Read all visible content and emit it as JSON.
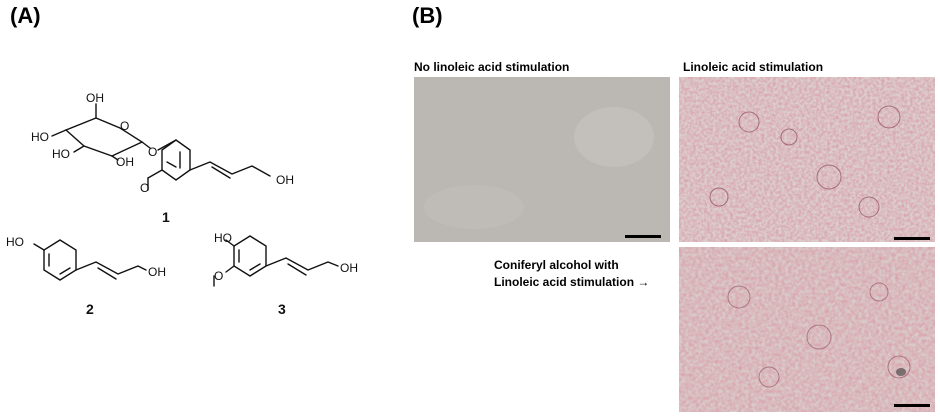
{
  "panels": {
    "a_label": "(A)",
    "b_label": "(B)"
  },
  "structures": {
    "c1": {
      "number": "1",
      "glucose_oh": [
        "OH",
        "HO",
        "HO",
        "OH"
      ],
      "ring_o": "O",
      "glycosidic_o": "O",
      "terminal_oh": "OH"
    },
    "c2": {
      "number": "2",
      "oh_top": "HO",
      "oh_end": "OH"
    },
    "c3": {
      "number": "3",
      "oh_top": "HO",
      "ome_o": "O",
      "oh_end": "OH"
    }
  },
  "images": {
    "no_stim_caption": "No linoleic acid stimulation",
    "stim_caption": "Linoleic acid stimulation",
    "coniferyl_caption_line1": "Coniferyl alcohol with",
    "coniferyl_caption_line2": "Linoleic acid stimulation →"
  },
  "colors": {
    "micro_control": "#b8b4af",
    "micro_stim_bg": "#d8c9c8",
    "lipid_droplet": "#b03a55"
  }
}
